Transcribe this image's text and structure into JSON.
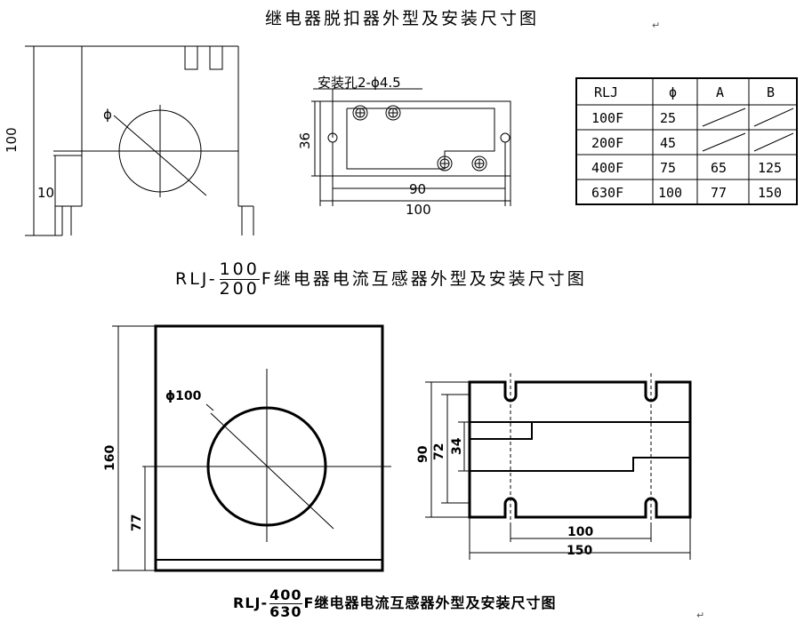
{
  "titles": {
    "relay_trip": "继电器脱扣器外型及安装尺寸图",
    "ct_small_prefix": "RLJ-",
    "ct_small_num": "100",
    "ct_small_den": "200",
    "ct_small_suffix": "F继电器电流互感器外型及安装尺寸图",
    "ct_large_prefix": "RLJ-",
    "ct_large_num": "400",
    "ct_large_den": "630",
    "ct_large_suffix": "F继电器电流互感器外型及安装尺寸图",
    "return_mark": "↵"
  },
  "drawing1": {
    "dim_height": "100",
    "dim_base": "10",
    "phi": "ϕ"
  },
  "drawing2": {
    "mount_hole_label": "安装孔2-ϕ4.5",
    "dim_height": "36",
    "dim_inner": "90",
    "dim_outer": "100"
  },
  "table": {
    "headers": [
      "RLJ",
      "ϕ",
      "A",
      "B"
    ],
    "rows": [
      [
        "100F",
        "25",
        "",
        ""
      ],
      [
        "200F",
        "45",
        "",
        ""
      ],
      [
        "400F",
        "75",
        "65",
        "125"
      ],
      [
        "630F",
        "100",
        "77",
        "150"
      ]
    ]
  },
  "drawing3": {
    "phi_label": "ϕ100",
    "dim_height": "160",
    "dim_lower": "77"
  },
  "drawing4": {
    "dim_90": "90",
    "dim_72": "72",
    "dim_34": "34",
    "dim_inner": "100",
    "dim_outer": "150"
  }
}
